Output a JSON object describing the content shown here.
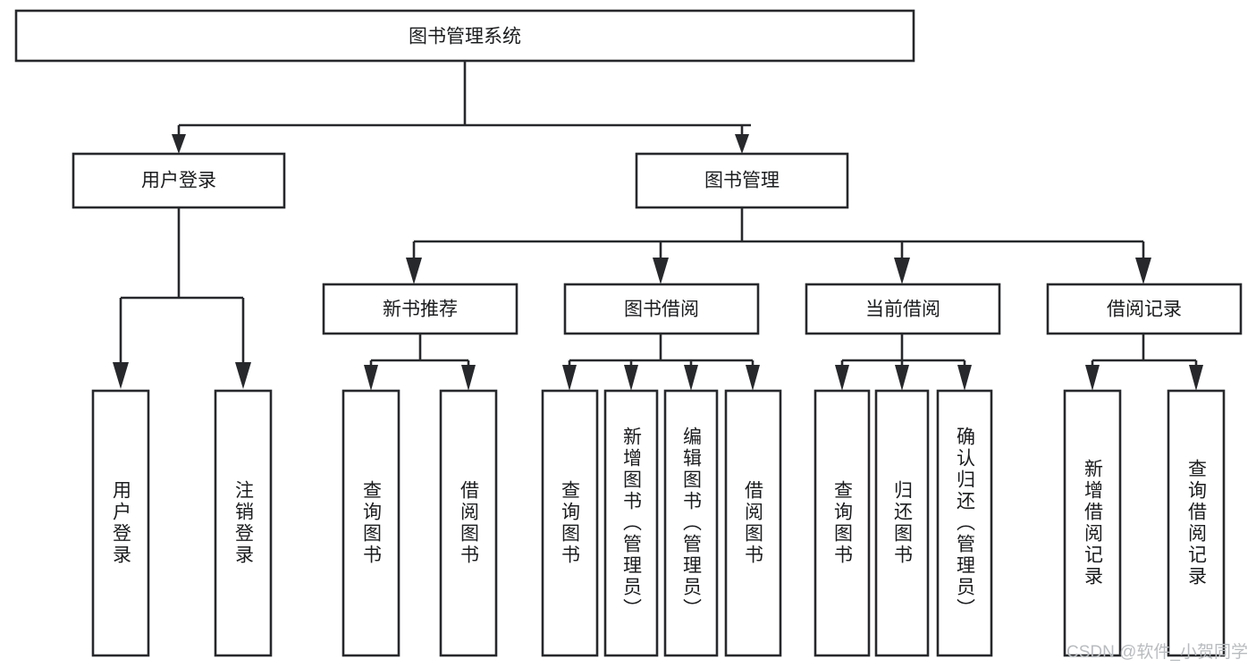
{
  "diagram": {
    "title": "图书管理系统",
    "type": "hierarchy-tree",
    "background_color": "#ffffff",
    "line_color": "#26282b",
    "text_color": "#1b1c1e",
    "box_fill": "#ffffff"
  },
  "levels": {
    "level1": {
      "label": "图书管理系统"
    },
    "level2": [
      {
        "label": "用户登录"
      },
      {
        "label": "图书管理"
      }
    ],
    "level3": [
      {
        "label": "新书推荐"
      },
      {
        "label": "图书借阅"
      },
      {
        "label": "当前借阅"
      },
      {
        "label": "借阅记录"
      }
    ],
    "level4": {
      "user_login_children": [
        {
          "label": "用户登录"
        },
        {
          "label": "注销登录"
        }
      ],
      "new_book_children": [
        {
          "label": "查询图书"
        },
        {
          "label": "借阅图书"
        }
      ],
      "borrow_children": [
        {
          "label": "查询图书"
        },
        {
          "label": "新增图书（管理员）"
        },
        {
          "label": "编辑图书（管理员）"
        },
        {
          "label": "借阅图书"
        }
      ],
      "current_borrow_children": [
        {
          "label": "查询图书"
        },
        {
          "label": "归还图书"
        },
        {
          "label": "确认归还（管理员）"
        }
      ],
      "record_children": [
        {
          "label": "新增借阅记录"
        },
        {
          "label": "查询借阅记录"
        }
      ]
    }
  },
  "watermark": {
    "text": "CSDN @软件_小贺同学",
    "color": "#b9bcbf"
  }
}
